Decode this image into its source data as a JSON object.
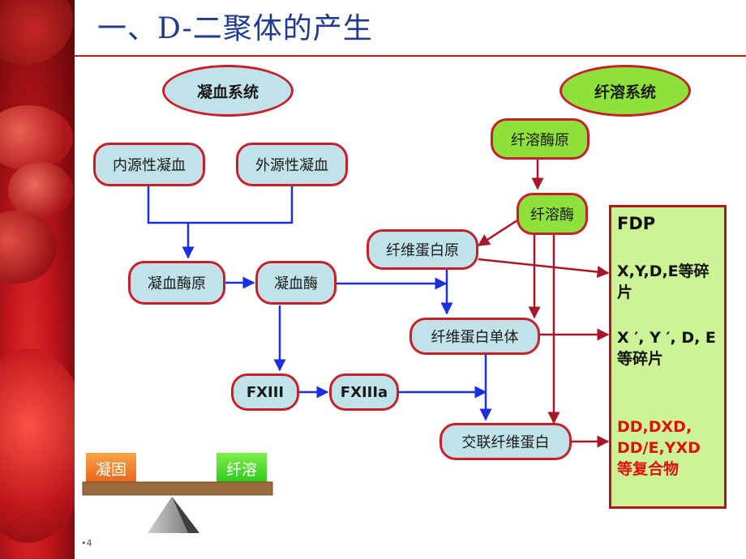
{
  "title": "一、D-二聚体的产生",
  "systems": {
    "coagulation": "凝血系统",
    "fibrinolysis": "纤溶系统"
  },
  "nodes": {
    "intrinsic": "内源性凝血",
    "extrinsic": "外源性凝血",
    "prothrombin": "凝血酶原",
    "thrombin": "凝血酶",
    "fxiii": "FXIII",
    "fxiiia": "FXIIIa",
    "plasminogen": "纤溶酶原",
    "plasmin": "纤溶酶",
    "fibrinogen": "纤维蛋白原",
    "fibrin_monomer": "纤维蛋白单体",
    "crosslinked_fibrin": "交联纤维蛋白"
  },
  "fdp": {
    "heading": "FDP",
    "product1_line1": "X,Y,D,E等碎",
    "product1_line2": "片",
    "product2_line1": "X ′, Y ′, D, E",
    "product2_line2": "等碎片",
    "product3_line1": "DD,DXD,",
    "product3_line2": "DD/E,YXD",
    "product3_line3": "等复合物"
  },
  "balance": {
    "left_label": "凝固",
    "right_label": "纤溶"
  },
  "page_number": "•4",
  "colors": {
    "title_blue": "#1f3a8f",
    "node_fill": "#bfe3e8",
    "node_border": "#c8202a",
    "green_fill": "#8ee03a",
    "fdp_fill": "#ccf396",
    "blue_arrow": "#1a2fe0",
    "red_arrow": "#a8162a",
    "highlight_red": "#e01010"
  }
}
